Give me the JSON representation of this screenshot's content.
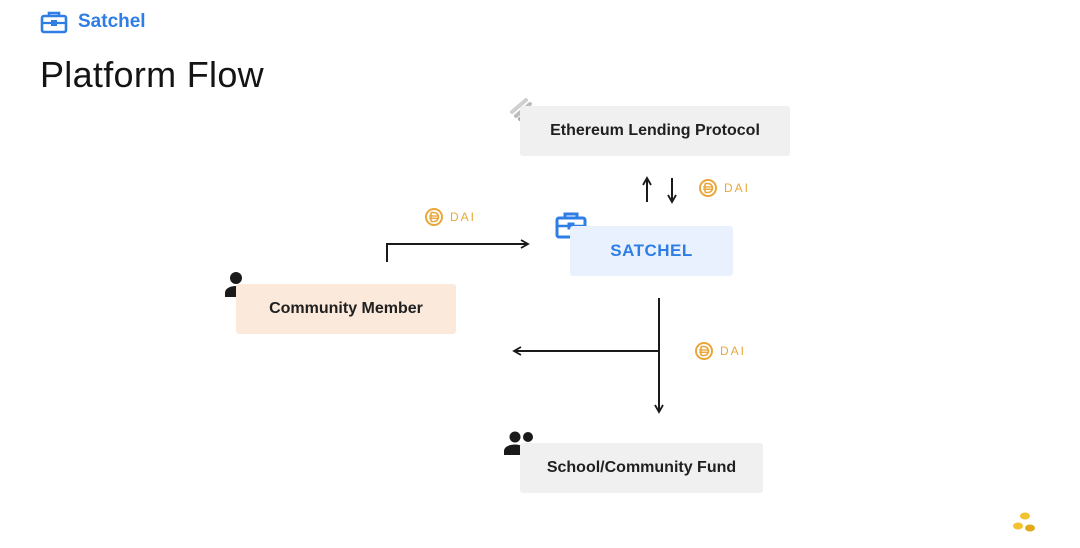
{
  "brand": {
    "name": "Satchel",
    "color": "#2f7ee6"
  },
  "title": "Platform Flow",
  "nodes": {
    "ethereum": "Ethereum Lending Protocol",
    "satchel": "SATCHEL",
    "member": "Community Member",
    "fund": "School/Community Fund"
  },
  "token_labels": {
    "member_to_satchel": "DAI",
    "ethereum_satchel": "DAI",
    "satchel_out": "DAI"
  },
  "icons": {
    "brand": "briefcase-icon",
    "ethereum": "stacked-layers-icon",
    "satchel": "briefcase-icon",
    "member": "person-icon",
    "fund": "group-icon",
    "token": "dai-coin-icon",
    "corner": "coins-logo-icon"
  },
  "colors": {
    "accent_blue": "#2f7ee6",
    "dai_gold": "#e9a73a",
    "member_bg": "#fbeadb",
    "satchel_bg": "#e8f1fd",
    "neutral_bg": "#f0f0f1"
  }
}
